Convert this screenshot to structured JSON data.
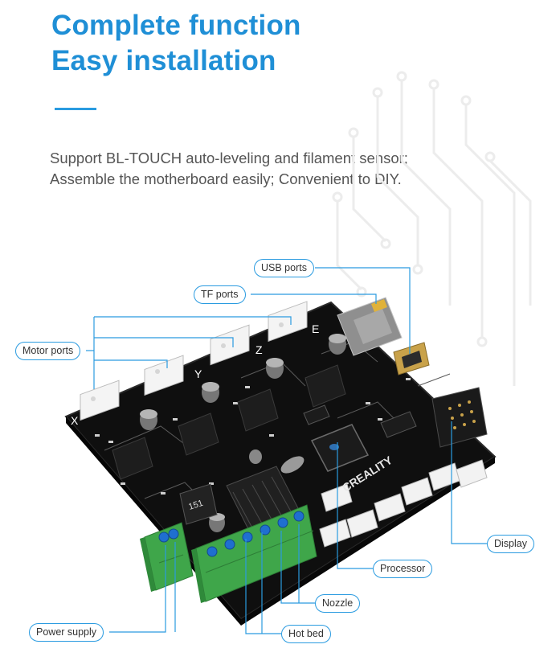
{
  "heading": {
    "line1": "Complete function",
    "line2": "Easy installation"
  },
  "description": {
    "line1": "Support BL-TOUCH auto-leveling and filament sensor;",
    "line2": "Assemble the motherboard easily; Convenient to DIY."
  },
  "board": {
    "brand": "CREALITY",
    "inductor_code": "151",
    "axis_labels": [
      "X",
      "Y",
      "Z",
      "E"
    ]
  },
  "callouts": {
    "usb_ports": "USB ports",
    "tf_ports": "TF ports",
    "motor_ports": "Motor ports",
    "display": "Display",
    "processor": "Processor",
    "nozzle": "Nozzle",
    "hot_bed": "Hot bed",
    "power_supply": "Power supply"
  },
  "colors": {
    "accent": "#2a9be0",
    "title": "#1f8fd6",
    "board": "#111111",
    "terminal_green": "#3fa64a",
    "terminal_screw": "#1f6fd0"
  }
}
